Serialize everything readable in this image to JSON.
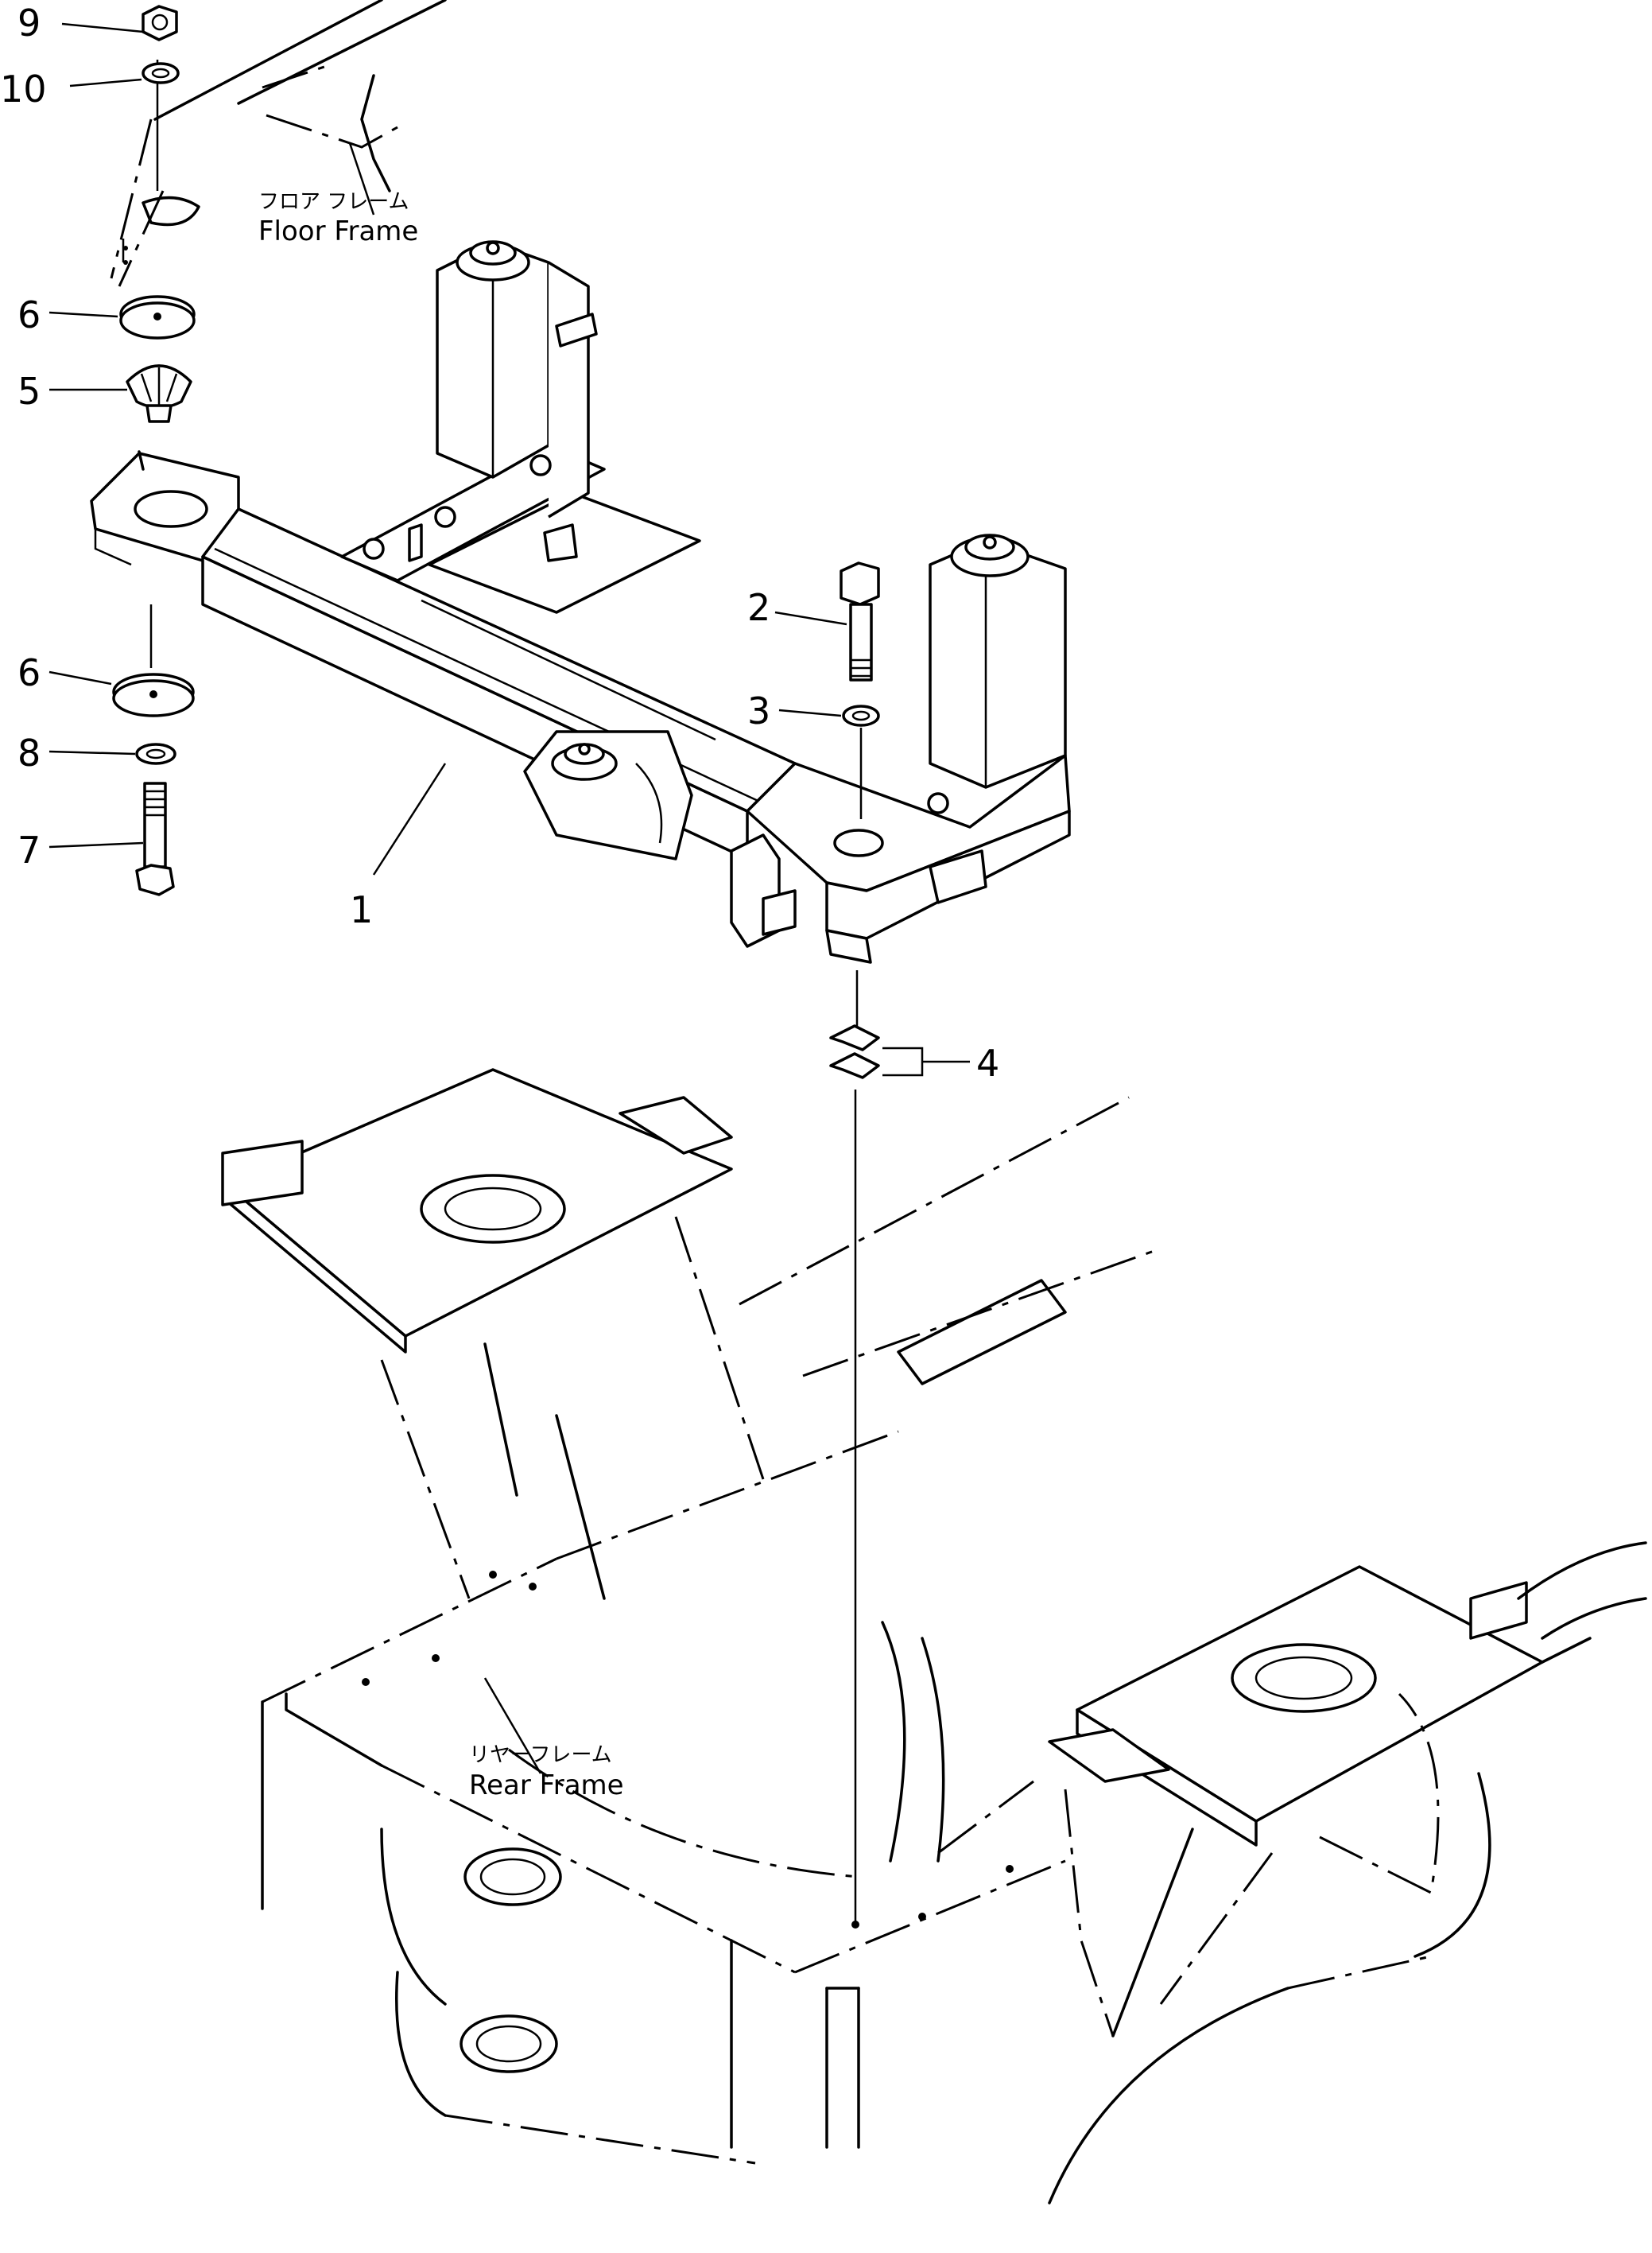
{
  "callouts": [
    {
      "id": "9",
      "label": "9"
    },
    {
      "id": "10",
      "label": "10"
    },
    {
      "id": "6a",
      "label": "6"
    },
    {
      "id": "5",
      "label": "5"
    },
    {
      "id": "6b",
      "label": "6"
    },
    {
      "id": "8",
      "label": "8"
    },
    {
      "id": "7",
      "label": "7"
    },
    {
      "id": "1",
      "label": "1"
    },
    {
      "id": "2",
      "label": "2"
    },
    {
      "id": "3",
      "label": "3"
    },
    {
      "id": "4",
      "label": "4"
    }
  ],
  "labels": {
    "floor_frame_jp": "フロア フレーム",
    "floor_frame_en": "Floor Frame",
    "rear_frame_jp": "リヤーフレーム",
    "rear_frame_en": "Rear Frame"
  }
}
